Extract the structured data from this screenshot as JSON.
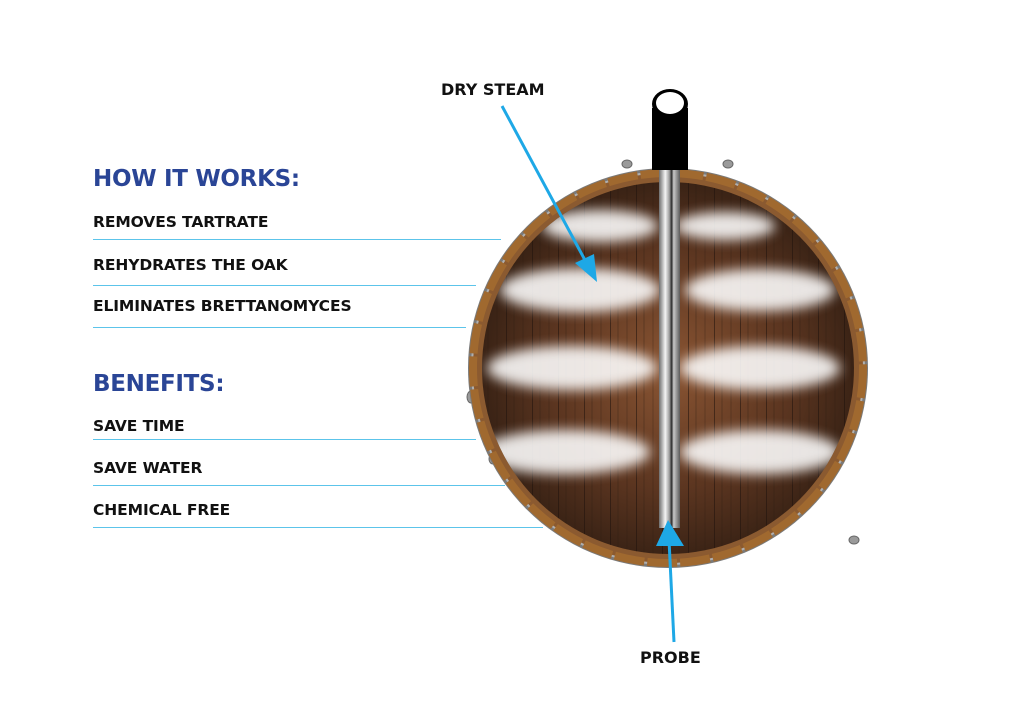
{
  "how_it_works": {
    "title": "HOW IT WORKS:",
    "items": [
      {
        "label": "REMOVES TARTRATE"
      },
      {
        "label": "REHYDRATES THE OAK"
      },
      {
        "label": "ELIMINATES BRETTANOMYCES"
      }
    ]
  },
  "benefits": {
    "title": "BENEFITS:",
    "items": [
      {
        "label": "SAVE TIME"
      },
      {
        "label": "SAVE WATER"
      },
      {
        "label": "CHEMICAL FREE"
      }
    ]
  },
  "diagram": {
    "callouts": {
      "dry_steam": "DRY STEAM",
      "probe": "PROBE"
    },
    "colors": {
      "heading": "#2a4596",
      "rule": "#5cc4ea",
      "arrow": "#1ea8e6",
      "wood_dark": "#3a2418",
      "wood_mid": "#7a4a2c",
      "hoop": "#8a8a8a",
      "pipe": "#000000"
    }
  }
}
